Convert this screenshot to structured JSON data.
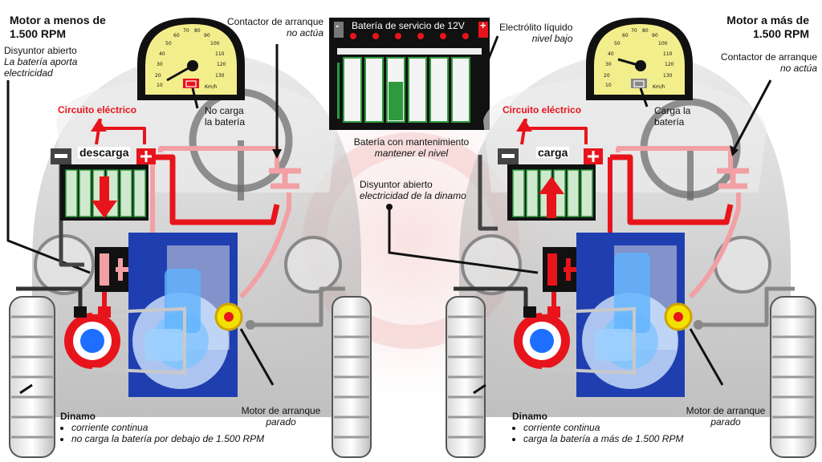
{
  "left": {
    "title_line1": "Motor a menos de",
    "title_line2": "1.500 RPM",
    "breaker_title": "Disyuntor abierto",
    "breaker_desc1": "La batería aporta",
    "breaker_desc2": "electricidad",
    "circuit": "Circuito eléctrico",
    "battery_state": "descarga",
    "gauge_note1": "No carga",
    "gauge_note2": "la batería",
    "contactor_title": "Contactor de arranque",
    "contactor_state": "no actúa",
    "dynamo_title": "Dinamo",
    "dynamo_bullets": [
      "corriente continua",
      "no carga la batería por debajo de 1.500 RPM"
    ],
    "starter_title": "Motor de arranque",
    "starter_state": "parado"
  },
  "right": {
    "title_line1": "Motor a más de",
    "title_line2": "1.500 RPM",
    "contactor_title": "Contactor de arranque",
    "contactor_state": "no actúa",
    "circuit": "Circuito eléctrico",
    "battery_state": "carga",
    "gauge_note1": "Carga la",
    "gauge_note2": "batería",
    "dynamo_title": "Dinamo",
    "dynamo_bullets": [
      "corriente continua",
      "carga la batería a más de 1.500 RPM"
    ],
    "starter_title": "Motor de arranque",
    "starter_state": "parado"
  },
  "center": {
    "battery_title": "Batería de servicio de 12V",
    "electrolyte_title": "Electrólito líquido",
    "electrolyte_state": "nivel bajo",
    "maintenance_title": "Batería con mantenimiento",
    "maintenance_desc": "mantener el nivel",
    "breaker_title": "Disyuntor abierto",
    "breaker_desc": "electricidad de la dinamo",
    "neg_sign": "-",
    "pos_sign": "+"
  },
  "gauge": {
    "ticks": [
      "10",
      "20",
      "30",
      "40",
      "50",
      "60",
      "70",
      "80",
      "90",
      "100",
      "110",
      "120",
      "130"
    ],
    "unit": "Km/h"
  },
  "colors": {
    "red": "#e8141c",
    "pink": "#f2a0a4",
    "gauge_yellow": "#f3ee8c",
    "blue_block": "#1f3fb0",
    "car_grey": "#9a9a9a",
    "battery_green": "#2e9a3e"
  },
  "icons": {
    "battery_light": "battery-warning-icon",
    "arrow_down": "arrow-down-icon",
    "arrow_up": "arrow-up-icon"
  }
}
